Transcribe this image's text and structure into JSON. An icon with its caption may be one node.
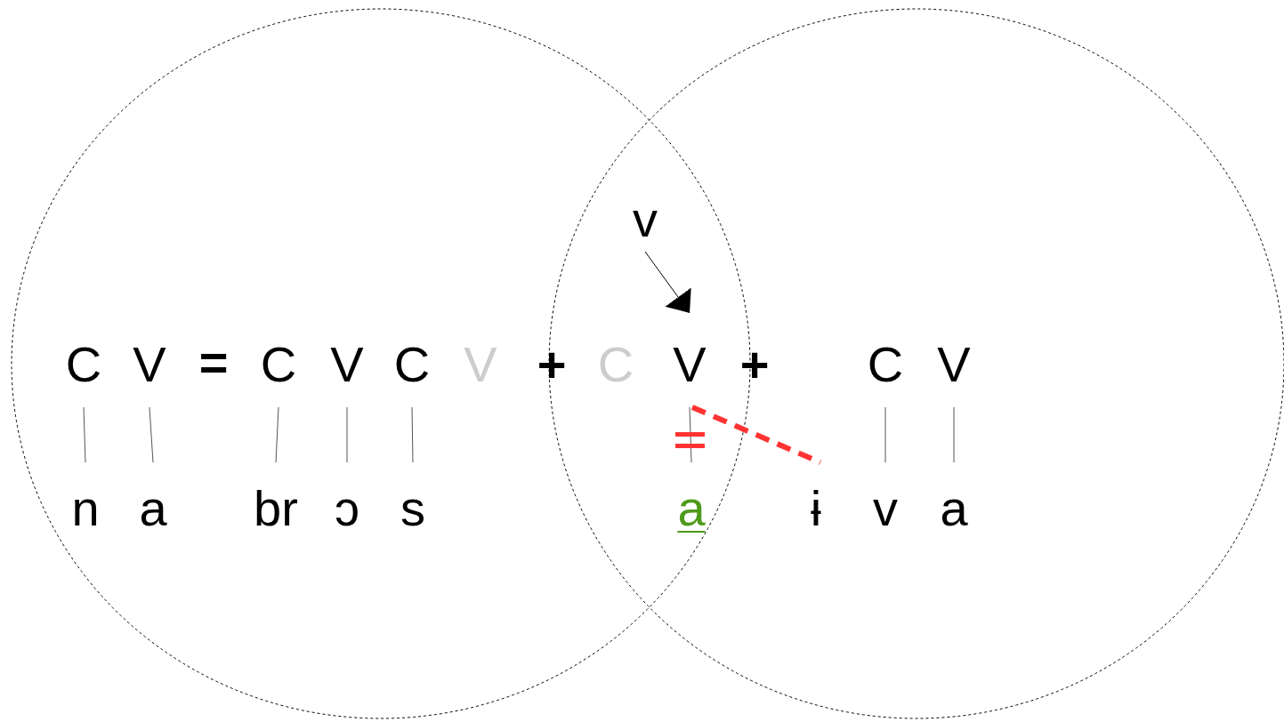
{
  "diagram": {
    "nodes": [
      {
        "text": [
          "v"
        ]
      },
      {
        "text": [
          "C"
        ]
      },
      {
        "text": [
          "V"
        ]
      },
      {
        "text": [
          "C"
        ]
      },
      {
        "text": [
          "V"
        ]
      },
      {
        "text": [
          "C"
        ]
      },
      {
        "text": [
          "V"
        ]
      },
      {
        "text": [
          "C"
        ]
      },
      {
        "text": [
          "V"
        ]
      },
      {
        "text": [
          "C"
        ]
      },
      {
        "text": [
          "V"
        ]
      },
      {
        "text": [
          "n"
        ]
      },
      {
        "text": [
          "a"
        ]
      },
      {
        "text": [
          "br"
        ]
      },
      {
        "text": [
          "ɔ"
        ]
      },
      {
        "text": [
          "s"
        ]
      },
      {
        "text": [
          "a"
        ]
      },
      {
        "text": [
          "ɨ"
        ]
      },
      {
        "text": [
          "v"
        ]
      },
      {
        "text": [
          "a"
        ]
      }
    ],
    "edges": [
      {
        "from": 0,
        "to": 8,
        "arrow": "to"
      },
      {
        "from": 1,
        "to": 11,
        "arrow": "none"
      },
      {
        "from": 2,
        "to": 12,
        "arrow": "none"
      },
      {
        "from": 3,
        "to": 13,
        "arrow": "none"
      },
      {
        "from": 4,
        "to": 14,
        "arrow": "none"
      },
      {
        "from": 5,
        "to": 15,
        "arrow": "none"
      },
      {
        "from": 8,
        "to": 16,
        "arrow": "none"
      },
      {
        "from": 8,
        "to": 17,
        "arrow": "none",
        "style": "dashed",
        "color": "#ff3333"
      },
      {
        "from": 9,
        "to": 18,
        "arrow": "none"
      },
      {
        "from": 10,
        "to": 19,
        "arrow": "none"
      }
    ],
    "labels": [
      "=",
      "+",
      "+"
    ]
  }
}
